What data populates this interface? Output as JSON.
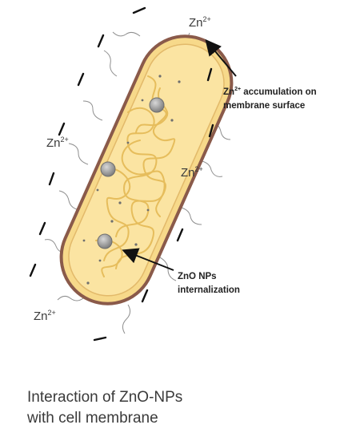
{
  "diagram": {
    "ion_label": {
      "base": "Zn",
      "charge": "2+"
    },
    "annotations": {
      "accumulation": {
        "line1_base": "Zn",
        "line1_charge": "2+",
        "line1_rest": " accumulation on",
        "line2": "membrane surface"
      },
      "internalization": {
        "line1": "ZnO NPs",
        "line2": "internalization"
      }
    },
    "caption": {
      "line1": "Interaction of ZnO-NPs",
      "line2": "with cell membrane"
    },
    "colors": {
      "cell_fill": "#f7d98a",
      "cell_inner": "#fce9b4",
      "membrane": "#8a5a4a",
      "dna": "#e8c060",
      "nanoparticle": "#9a9a9a",
      "text": "#3a3a3a"
    }
  }
}
